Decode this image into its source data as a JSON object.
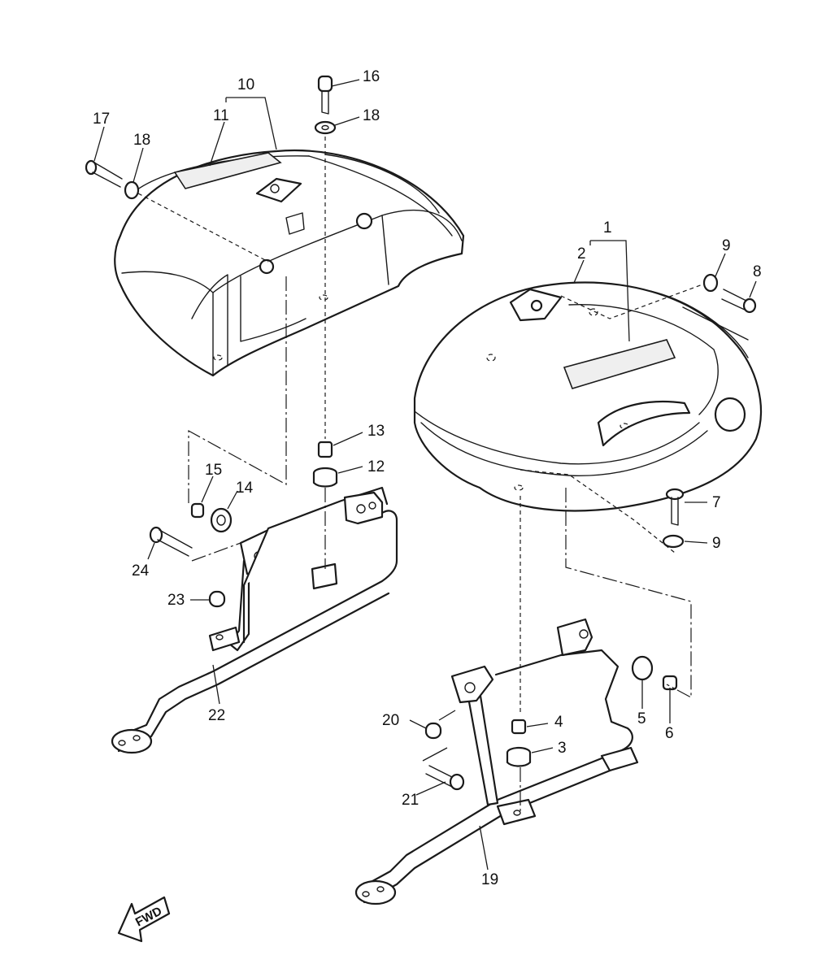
{
  "callouts": [
    {
      "id": "c1",
      "text": "1"
    },
    {
      "id": "c2",
      "text": "2"
    },
    {
      "id": "c3",
      "text": "3"
    },
    {
      "id": "c4",
      "text": "4"
    },
    {
      "id": "c5",
      "text": "5"
    },
    {
      "id": "c6",
      "text": "6"
    },
    {
      "id": "c7",
      "text": "7"
    },
    {
      "id": "c8",
      "text": "8"
    },
    {
      "id": "c9a",
      "text": "9"
    },
    {
      "id": "c9b",
      "text": "9"
    },
    {
      "id": "c10",
      "text": "10"
    },
    {
      "id": "c11",
      "text": "11"
    },
    {
      "id": "c12",
      "text": "12"
    },
    {
      "id": "c13",
      "text": "13"
    },
    {
      "id": "c14",
      "text": "14"
    },
    {
      "id": "c15",
      "text": "15"
    },
    {
      "id": "c16",
      "text": "16"
    },
    {
      "id": "c17",
      "text": "17"
    },
    {
      "id": "c18a",
      "text": "18"
    },
    {
      "id": "c18b",
      "text": "18"
    },
    {
      "id": "c19",
      "text": "19"
    },
    {
      "id": "c20",
      "text": "20"
    },
    {
      "id": "c21",
      "text": "21"
    },
    {
      "id": "c22",
      "text": "22"
    },
    {
      "id": "c23",
      "text": "23"
    },
    {
      "id": "c24",
      "text": "24"
    }
  ],
  "fwd_label": "FWD",
  "colors": {
    "line": "#1a1a1a",
    "background": "#ffffff"
  }
}
